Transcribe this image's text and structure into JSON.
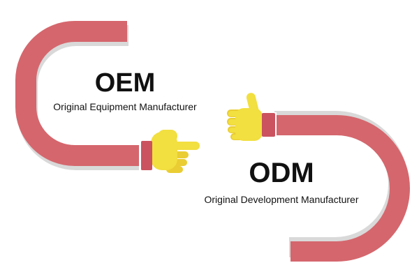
{
  "illustration": {
    "oem": {
      "title": "OEM",
      "subtitle": "Original Equipment Manufacturer",
      "hand_icon": "pointing-right-hand"
    },
    "odm": {
      "title": "ODM",
      "subtitle": "Original Development Manufacturer",
      "hand_icon": "thumbs-up-hand"
    }
  },
  "colors": {
    "bg": "#ffffff",
    "sleeve_red": "#d5666d",
    "cuff_red": "#ca535f",
    "shadow_gray": "#d9d9d9",
    "hand_yellow": "#f2df40",
    "hand_yellow_dark": "#e9cd33",
    "text": "#111111"
  }
}
